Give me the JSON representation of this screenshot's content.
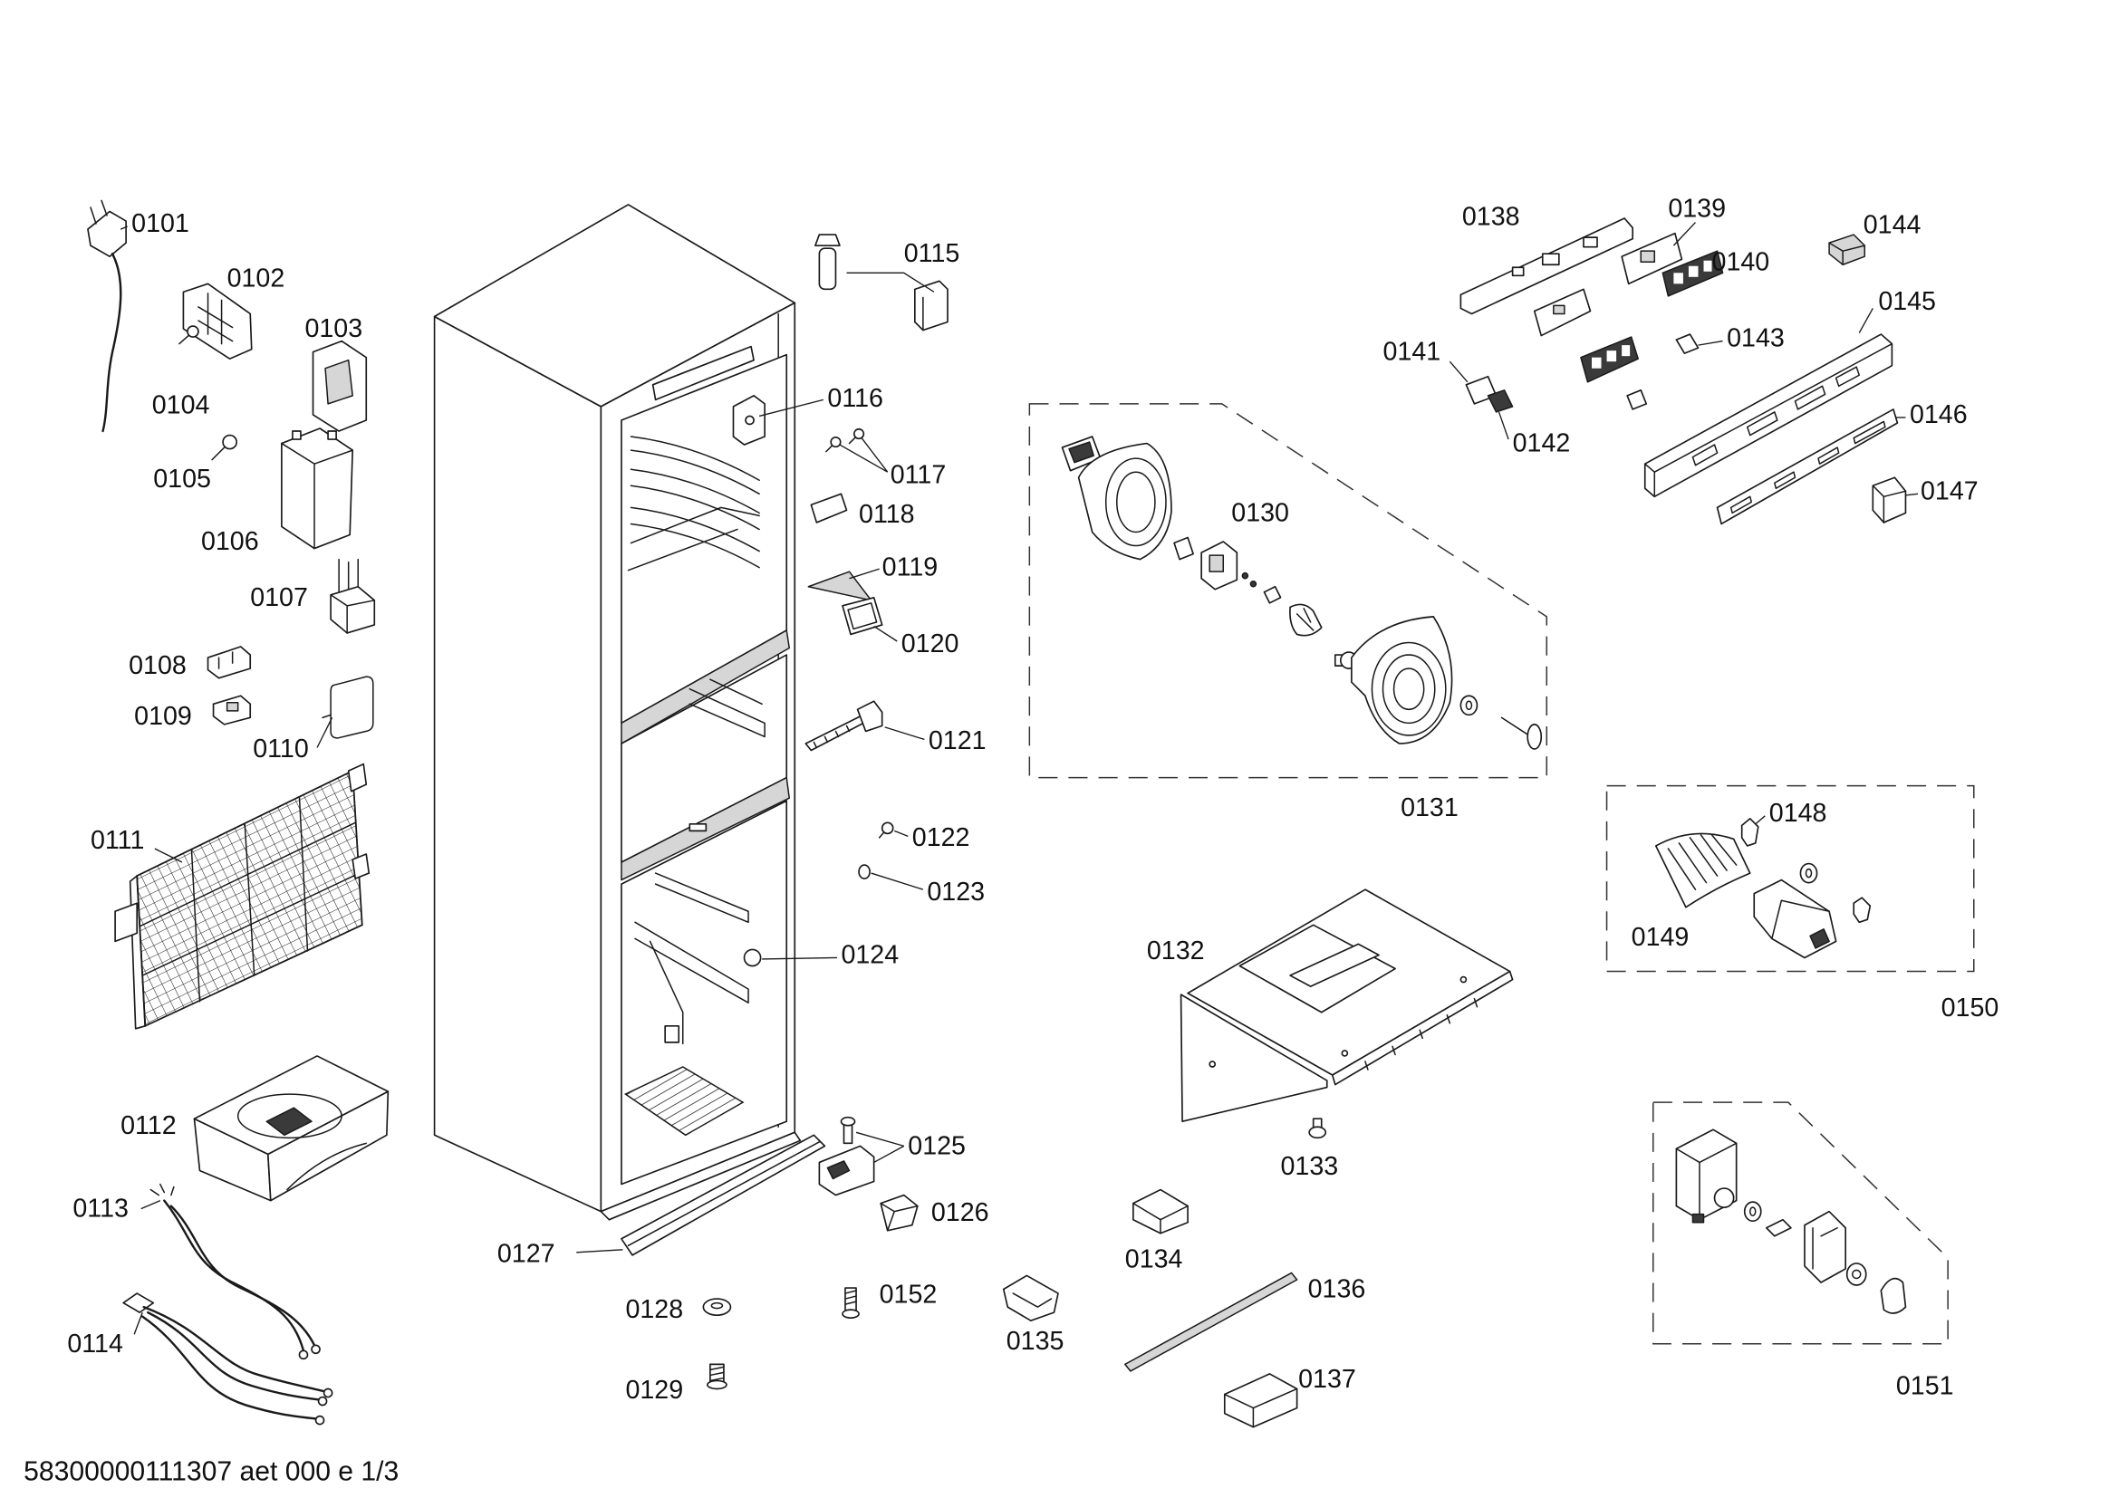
{
  "callouts": [
    "0101",
    "0102",
    "0103",
    "0104",
    "0105",
    "0106",
    "0107",
    "0108",
    "0109",
    "0110",
    "0111",
    "0112",
    "0113",
    "0114",
    "0115",
    "0116",
    "0117",
    "0118",
    "0119",
    "0120",
    "0121",
    "0122",
    "0123",
    "0124",
    "0125",
    "0126",
    "0127",
    "0128",
    "0129",
    "0130",
    "0131",
    "0132",
    "0133",
    "0134",
    "0135",
    "0136",
    "0137",
    "0138",
    "0139",
    "0140",
    "0141",
    "0142",
    "0143",
    "0144",
    "0145",
    "0146",
    "0147",
    "0148",
    "0149",
    "0150",
    "0151",
    "0152"
  ],
  "footer": {
    "doc_id": "58300000111307 aet 000 e 1/3"
  },
  "colors": {
    "line": "#1a1a1a",
    "background": "#ffffff",
    "shade": "#d6d6d6"
  }
}
